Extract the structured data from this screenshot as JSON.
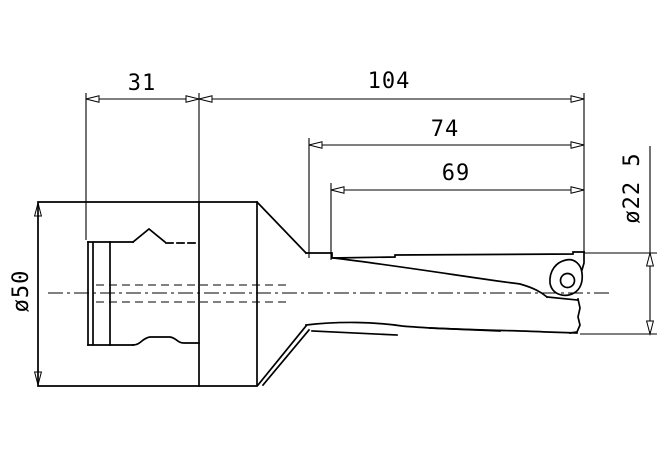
{
  "drawing": {
    "title": "indexable-insert-drill-side-view",
    "units": "mm",
    "background_color": "#ffffff",
    "line_color": "#000000",
    "dimensions": {
      "shank_groove_length": {
        "label": "31",
        "value": 31,
        "orientation": "horizontal"
      },
      "body_length": {
        "label": "104",
        "value": 104,
        "orientation": "horizontal"
      },
      "flute_length_a": {
        "label": "74",
        "value": 74,
        "orientation": "horizontal"
      },
      "flute_length_b": {
        "label": "69",
        "value": 69,
        "orientation": "horizontal"
      },
      "shank_diameter": {
        "label": "ø50",
        "value": 50,
        "orientation": "vertical"
      },
      "cutting_diameter": {
        "label": "ø22 5",
        "value": 22.5,
        "orientation": "vertical"
      }
    }
  }
}
